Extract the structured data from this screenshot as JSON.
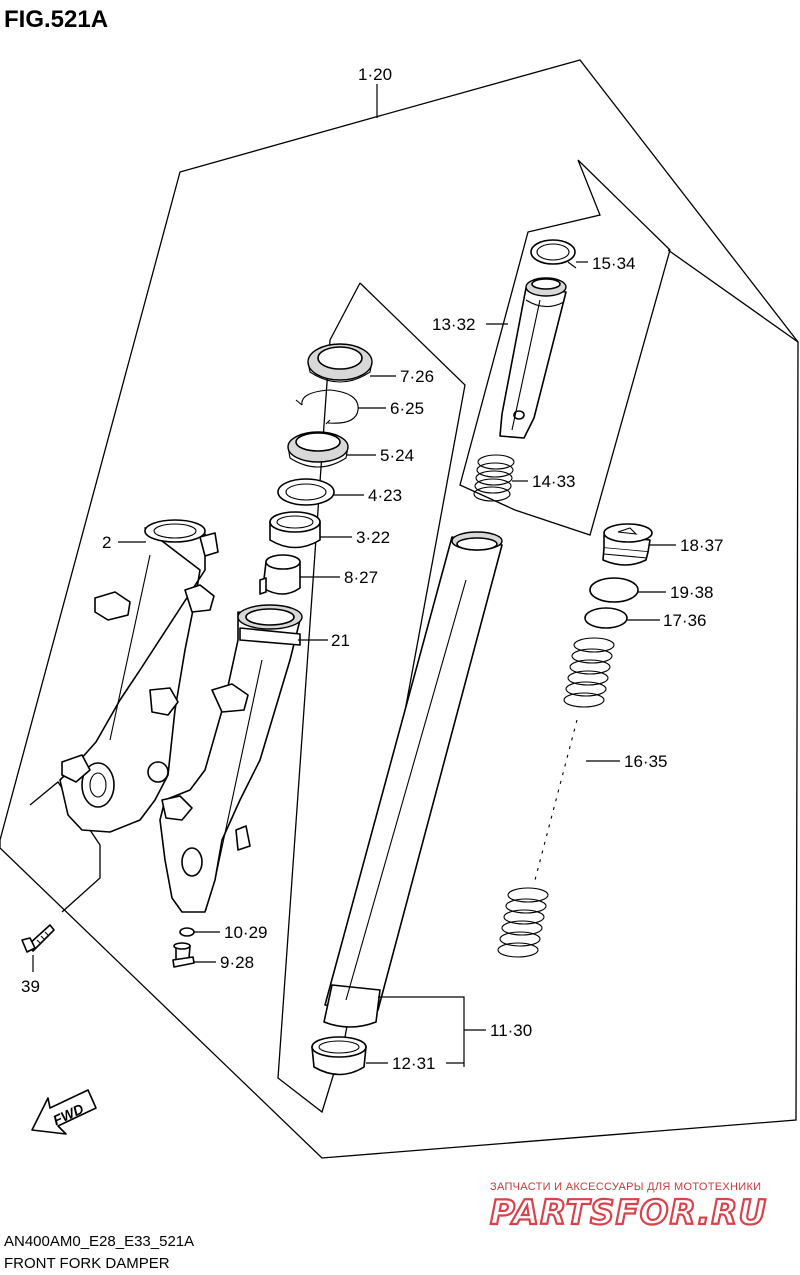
{
  "figure": {
    "title": "FIG.521A",
    "model_code": "AN400AM0_E28_E33_521A",
    "caption": "FRONT FORK DAMPER",
    "fwd_label": "FWD"
  },
  "callouts": [
    {
      "id": "c-1-20",
      "label": "1·20"
    },
    {
      "id": "c-15-34",
      "label": "15·34"
    },
    {
      "id": "c-13-32",
      "label": "13·32"
    },
    {
      "id": "c-7-26",
      "label": "7·26"
    },
    {
      "id": "c-6-25",
      "label": "6·25"
    },
    {
      "id": "c-5-24",
      "label": "5·24"
    },
    {
      "id": "c-14-33",
      "label": "14·33"
    },
    {
      "id": "c-4-23",
      "label": "4·23"
    },
    {
      "id": "c-18-37",
      "label": "18·37"
    },
    {
      "id": "c-2",
      "label": "2"
    },
    {
      "id": "c-3-22",
      "label": "3·22"
    },
    {
      "id": "c-8-27",
      "label": "8·27"
    },
    {
      "id": "c-19-38",
      "label": "19·38"
    },
    {
      "id": "c-17-36",
      "label": "17·36"
    },
    {
      "id": "c-21",
      "label": "21"
    },
    {
      "id": "c-16-35",
      "label": "16·35"
    },
    {
      "id": "c-10-29",
      "label": "10·29"
    },
    {
      "id": "c-9-28",
      "label": "9·28"
    },
    {
      "id": "c-39",
      "label": "39"
    },
    {
      "id": "c-11-30",
      "label": "11·30"
    },
    {
      "id": "c-12-31",
      "label": "12·31"
    }
  ],
  "watermark": {
    "tagline": "ЗАПЧАСТИ И АКСЕССУАРЫ ДЛЯ МОТОТЕХНИКИ",
    "brand": "PARTSFOR.RU",
    "color": "#d9424a"
  }
}
